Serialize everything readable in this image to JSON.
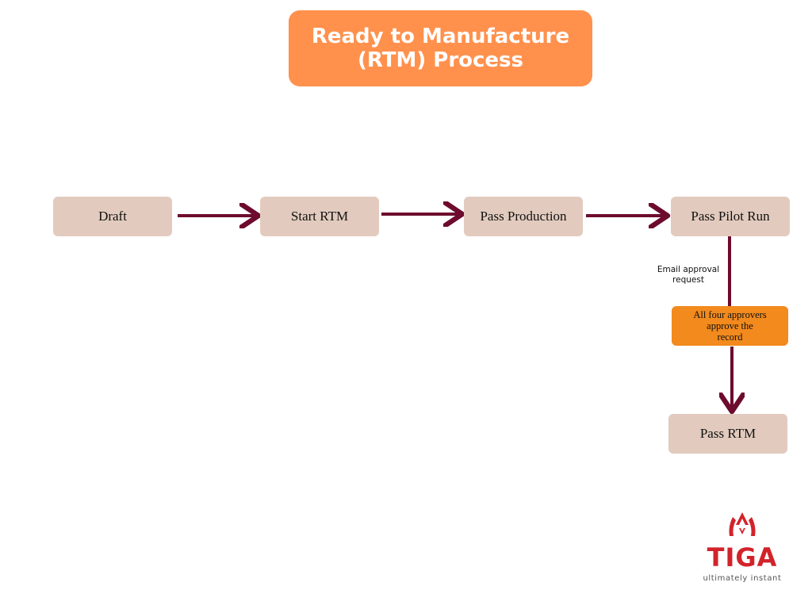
{
  "title": {
    "line1": "Ready to Manufacture",
    "line2": "(RTM) Process"
  },
  "nodes": {
    "draft": "Draft",
    "start_rtm": "Start RTM",
    "pass_production": "Pass Production",
    "pass_pilot_run": "Pass Pilot Run",
    "pass_rtm": "Pass RTM"
  },
  "edge_label": {
    "line1": "Email approval",
    "line2": "request"
  },
  "approval_note": {
    "line1": "All four approvers",
    "line2": "approve the",
    "line3": "record"
  },
  "logo": {
    "name": "TIGA",
    "tagline": "ultimately instant",
    "icon": "flame-icon"
  },
  "colors": {
    "title_bg": "#ff914d",
    "node_bg": "#e2cbbe",
    "note_bg": "#f28a1d",
    "arrow": "#6d0b2e",
    "logo": "#d2232a"
  }
}
